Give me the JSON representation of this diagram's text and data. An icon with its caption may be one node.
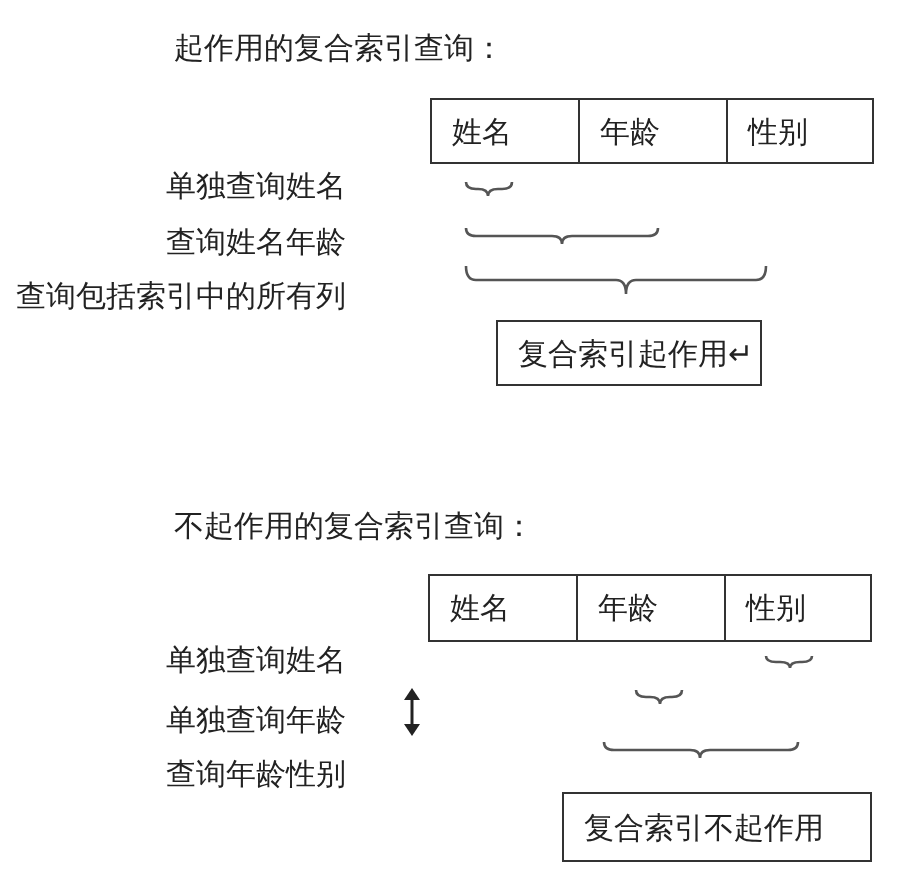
{
  "diagram": {
    "nodes": [
      {
        "text": [
          "姓名"
        ]
      },
      {
        "text": [
          "年龄"
        ]
      },
      {
        "text": [
          "性别"
        ]
      },
      {
        "text": [
          "复合索引起作用↵"
        ]
      },
      {
        "text": [
          "姓名"
        ]
      },
      {
        "text": [
          "年龄"
        ]
      },
      {
        "text": [
          "性别"
        ]
      },
      {
        "text": [
          "复合索引不起作用"
        ]
      }
    ],
    "labels": [
      "起作用的复合索引查询：",
      "单独查询姓名",
      "查询姓名年龄",
      "查询包括索引中的所有列",
      "不起作用的复合索引查询：",
      "单独查询姓名",
      "单独查询年龄",
      "查询年龄性别"
    ]
  }
}
